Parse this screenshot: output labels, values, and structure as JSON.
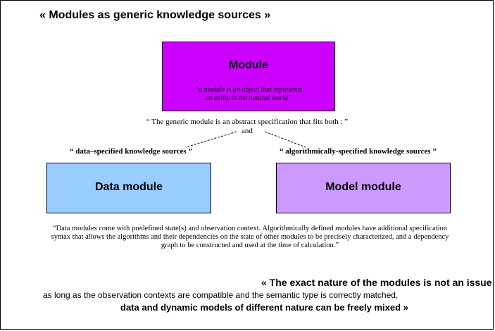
{
  "slide": {
    "title": "« Modules as generic knowledge sources »",
    "module_box": {
      "name": "Module",
      "quote_line1": "“a module is an object that represents",
      "quote_line2": "an entity in the natural world”",
      "color": "#cc00ff"
    },
    "fits_text": "“ The generic module is an abstract specification that fits both : ”",
    "and_text": "and",
    "left_label": "“ data–specified knowledge sources ”",
    "right_label": "“ algorithmically-specified knowledge sources ”",
    "data_box": {
      "name": "Data module",
      "color": "#99ccff"
    },
    "model_box": {
      "name": "Model module",
      "color": "#cc99ff"
    },
    "description": "“Data modules come with predefined state(s) and observation context. Algorithmically defined modules have additional specification syntax that allows the algorithms and their dependencies on the state of other modules to be precisely characterized, and a dependency graph to be constructed and used at the time of calculation.”",
    "note_line1": "« The exact nature of the modules is not an issue :",
    "note_line2": "as long as the observation contexts are compatible and the semantic type is correctly matched,",
    "note_line3": "data and dynamic models of different nature can be freely mixed »"
  }
}
